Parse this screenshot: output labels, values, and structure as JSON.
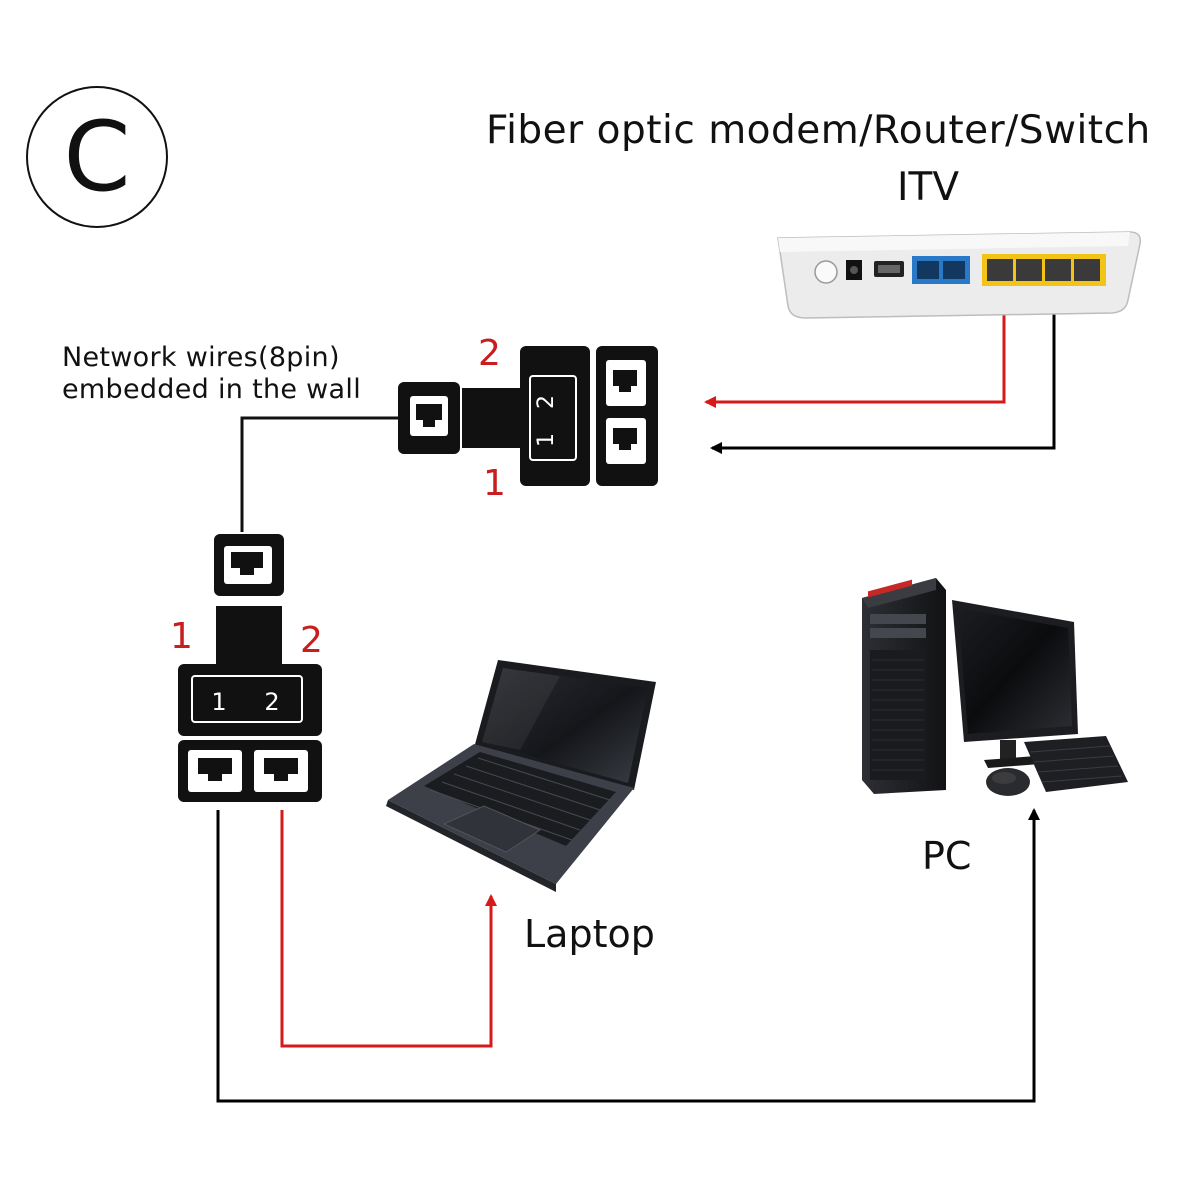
{
  "badge": {
    "letter": "C"
  },
  "titles": {
    "modem": "Fiber optic modem/Router/Switch",
    "itv": "ITV"
  },
  "wall_note": {
    "line1": "Network wires(8pin)",
    "line2": "embedded in the wall"
  },
  "splitters": {
    "top": {
      "port_a": "2",
      "port_b": "1"
    },
    "bottom": {
      "port_a": "1",
      "port_b": "2"
    }
  },
  "devices": {
    "laptop": "Laptop",
    "pc": "PC"
  },
  "colors": {
    "red_wire": "#d61a1a",
    "black_wire": "#000000",
    "port_accent": "#c81e1e",
    "router_body": "#f0f0f0",
    "router_lan": "#f2c417",
    "router_optic": "#2a78c8"
  },
  "icons": [
    "rj45-port-icon",
    "splitter-icon",
    "router-icon",
    "laptop-icon",
    "desktop-pc-icon",
    "monitor-icon",
    "keyboard-icon",
    "mouse-icon"
  ]
}
